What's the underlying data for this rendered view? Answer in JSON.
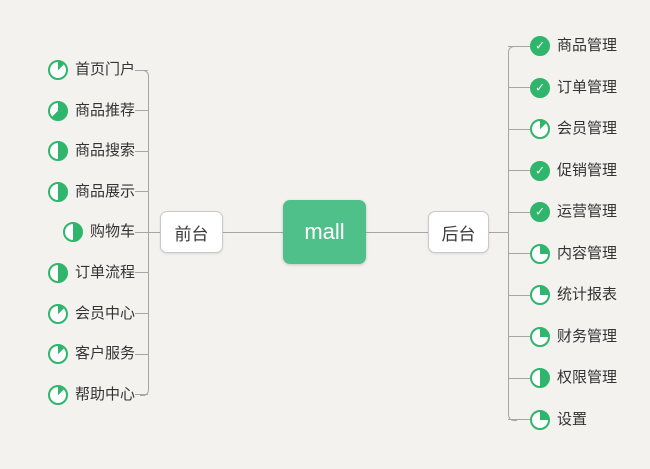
{
  "colors": {
    "background": "#f3f2ef",
    "node-green": "#4fc08a",
    "icon-green": "#2fb56c",
    "line": "#a6a6a6",
    "text": "#333333",
    "node-border": "#c9c9c9",
    "node-text": "#3a3a3a"
  },
  "root": {
    "label": "mall"
  },
  "front": {
    "label": "前台",
    "items": [
      {
        "label": "首页门户",
        "progress": 0.125
      },
      {
        "label": "商品推荐",
        "progress": 0.625
      },
      {
        "label": "商品搜索",
        "progress": 0.5
      },
      {
        "label": "商品展示",
        "progress": 0.5
      },
      {
        "label": "购物车",
        "progress": 0.5
      },
      {
        "label": "订单流程",
        "progress": 0.5
      },
      {
        "label": "会员中心",
        "progress": 0.125
      },
      {
        "label": "客户服务",
        "progress": 0.125
      },
      {
        "label": "帮助中心",
        "progress": 0.125
      }
    ]
  },
  "back": {
    "label": "后台",
    "items": [
      {
        "label": "商品管理",
        "progress": "done"
      },
      {
        "label": "订单管理",
        "progress": "done"
      },
      {
        "label": "会员管理",
        "progress": 0.125
      },
      {
        "label": "促销管理",
        "progress": "done"
      },
      {
        "label": "运营管理",
        "progress": "done"
      },
      {
        "label": "内容管理",
        "progress": 0.25
      },
      {
        "label": "统计报表",
        "progress": 0.25
      },
      {
        "label": "财务管理",
        "progress": 0.25
      },
      {
        "label": "权限管理",
        "progress": 0.5
      },
      {
        "label": "设置",
        "progress": 0.25
      }
    ]
  }
}
